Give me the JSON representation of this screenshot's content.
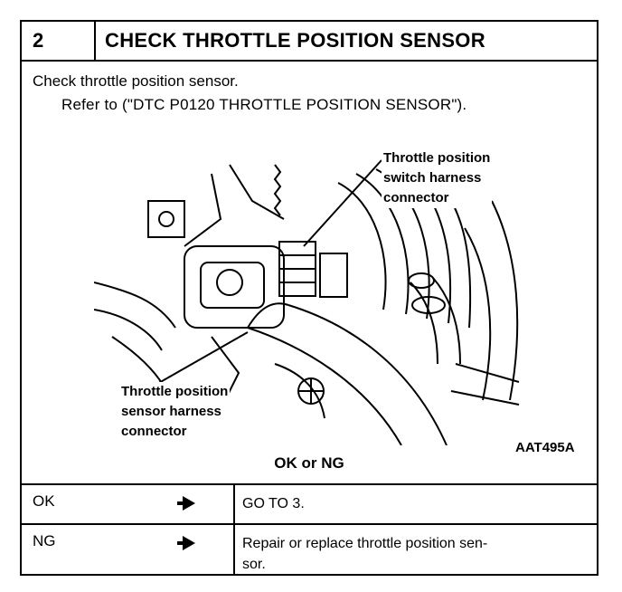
{
  "step": {
    "number": "2",
    "title": "CHECK THROTTLE POSITION SENSOR"
  },
  "description": {
    "line1": "Check throttle position sensor.",
    "line2": "Refer to (\"DTC P0120 THROTTLE POSITION SENSOR\")."
  },
  "figure": {
    "callout_switch": "Throttle position\nswitch harness\nconnector",
    "callout_sensor": "Throttle position\nsensor harness\nconnector",
    "code": "AAT495A"
  },
  "result_heading": "OK or NG",
  "results": [
    {
      "key": "OK",
      "action": "GO TO 3."
    },
    {
      "key": "NG",
      "action": "Repair or replace throttle position sen-\nsor."
    }
  ]
}
